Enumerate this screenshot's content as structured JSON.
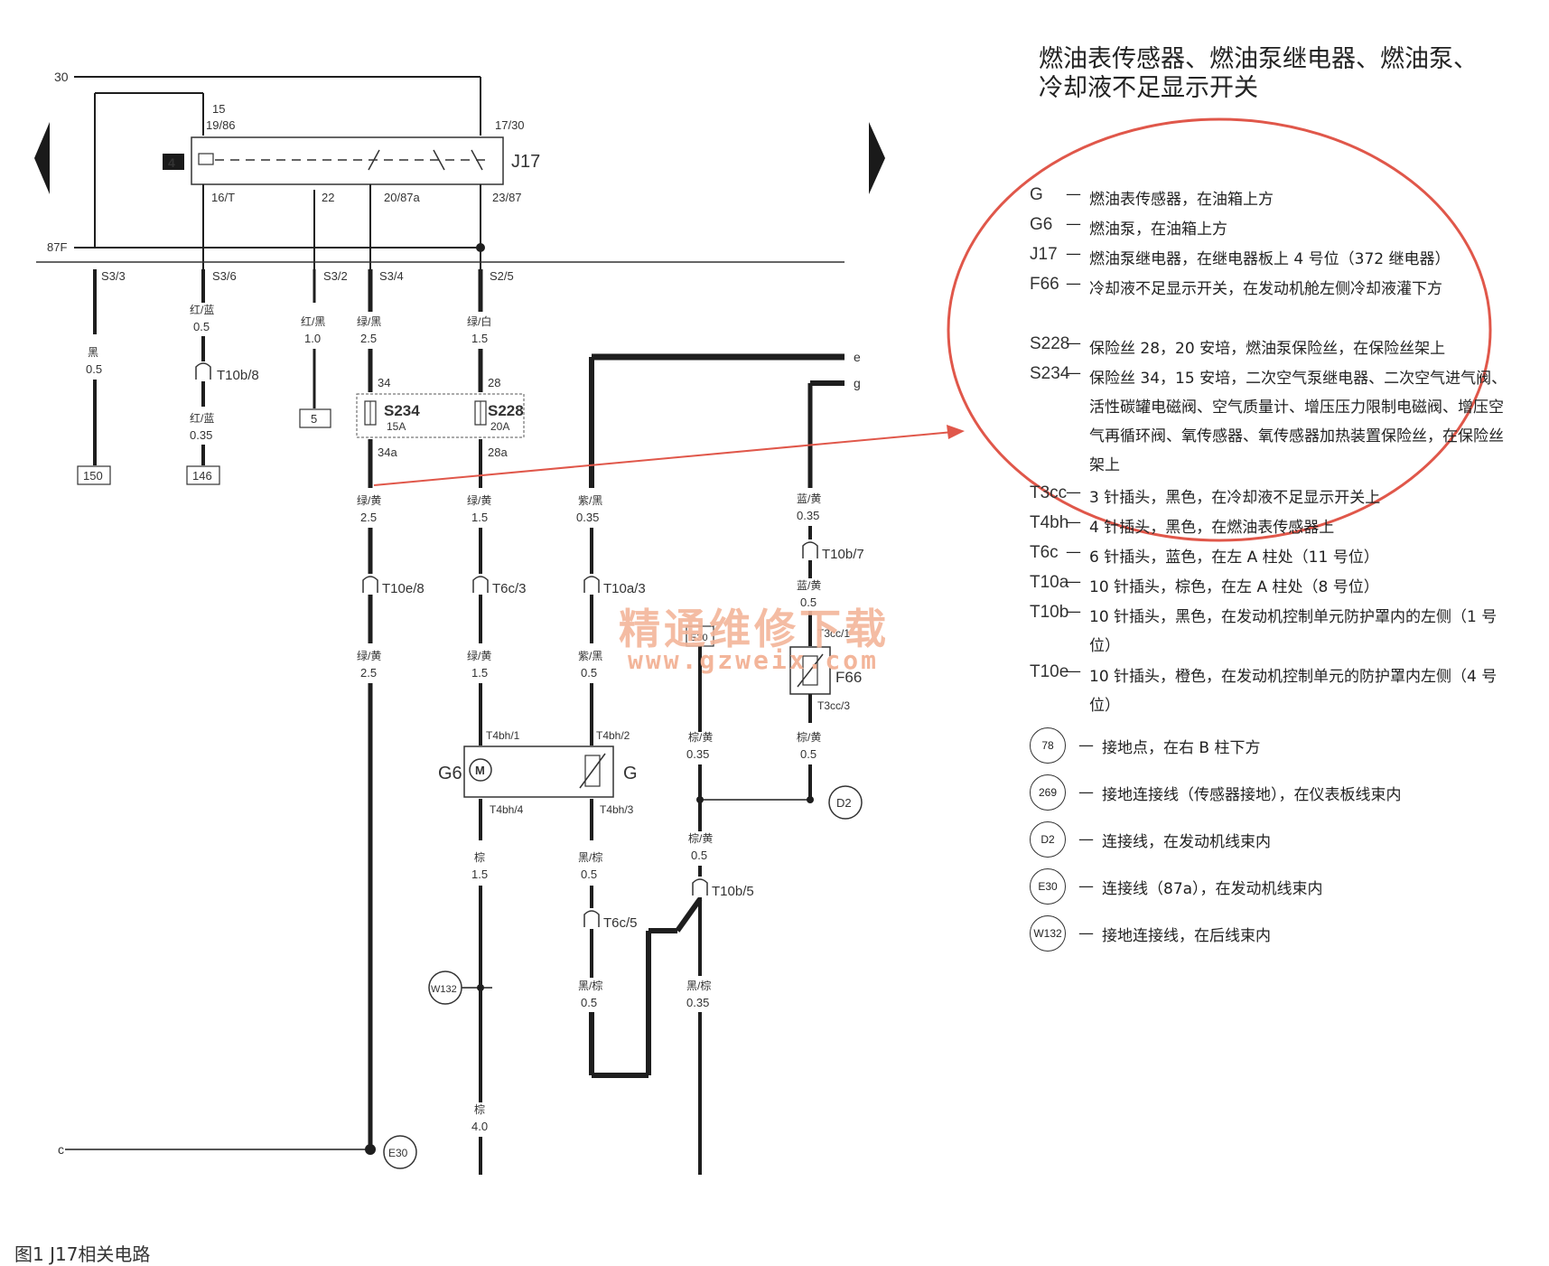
{
  "title": {
    "line1": "燃油表传感器、燃油泵继电器、燃油泵、",
    "line2": "冷却液不足显示开关"
  },
  "legend": [
    {
      "key": "G",
      "desc": "燃油表传感器，在油箱上方"
    },
    {
      "key": "G6",
      "desc": "燃油泵，在油箱上方"
    },
    {
      "key": "J17",
      "desc": "燃油泵继电器，在继电器板上 4 号位（372 继电器）"
    },
    {
      "key": "F66",
      "desc": "冷却液不足显示开关，在发动机舱左侧冷却液灌下方"
    },
    {
      "key": "S228",
      "desc": "保险丝 28，20 安培，燃油泵保险丝，在保险丝架上"
    },
    {
      "key": "S234",
      "desc": "保险丝 34，15 安培，二次空气泵继电器、二次空气进气阀、活性碳罐电磁阀、空气质量计、增压压力限制电磁阀、增压空气再循环阀、氧传感器、氧传感器加热装置保险丝，在保险丝架上"
    },
    {
      "key": "T3cc",
      "desc": "3 针插头，黑色，在冷却液不足显示开关上"
    },
    {
      "key": "T4bh",
      "desc": "4 针插头，黑色，在燃油表传感器上"
    },
    {
      "key": "T6c",
      "desc": "6 针插头，蓝色，在左 A 柱处（11 号位）"
    },
    {
      "key": "T10a",
      "desc": "10 针插头，棕色，在左 A 柱处（8 号位）"
    },
    {
      "key": "T10b",
      "desc": "10 针插头，黑色，在发动机控制单元防护罩内的左侧（1 号位）"
    },
    {
      "key": "T10e",
      "desc": "10 针插头，橙色，在发动机控制单元的防护罩内左侧（4 号位）"
    }
  ],
  "legend_symbols": [
    {
      "key": "78",
      "desc": "接地点，在右 B 柱下方"
    },
    {
      "key": "269",
      "desc": "接地连接线（传感器接地），在仪表板线束内"
    },
    {
      "key": "D2",
      "desc": "连接线，在发动机线束内"
    },
    {
      "key": "E30",
      "desc": "连接线（87a），在发动机线束内"
    },
    {
      "key": "W132",
      "desc": "接地连接线，在后线束内"
    }
  ],
  "caption": "图1    J17相关电路",
  "watermark": {
    "cn": "精通维修下载",
    "url": "www.gzweix.com"
  },
  "diagram": {
    "rail_30": "30",
    "rail_87f": "87F",
    "relay_badge": "4",
    "relay_name": "J17",
    "pins": {
      "p15": "15",
      "p19_86": "19/86",
      "p17_30": "17/30",
      "p16t": "16/T",
      "p22": "22",
      "p20_87a": "20/87a",
      "p23_87": "23/87"
    },
    "sockets": {
      "s33": "S3/3",
      "s36": "S3/6",
      "s32": "S3/2",
      "s34": "S3/4",
      "s25": "S2/5"
    },
    "wires": {
      "w1_color": "黑",
      "w1_size": "0.5",
      "w2_color": "红/蓝",
      "w2_size": "0.5",
      "w2b_color": "红/蓝",
      "w2b_size": "0.35",
      "w3_color": "红/黑",
      "w3_size": "1.0",
      "w4_color": "绿/黑",
      "w4_size": "2.5",
      "w5_color": "绿/白",
      "w5_size": "1.5",
      "w4b_color": "绿/黄",
      "w4b_size": "2.5",
      "w5b_color": "绿/黄",
      "w5b_size": "1.5",
      "w6_color": "紫/黑",
      "w6_size": "0.35",
      "w7_color": "蓝/黄",
      "w7_size": "0.35",
      "w4c_color": "绿/黄",
      "w4c_size": "2.5",
      "w5c_color": "绿/黄",
      "w5c_size": "1.5",
      "w6b_color": "紫/黑",
      "w6b_size": "0.5",
      "w7b_color": "蓝/黄",
      "w7b_size": "0.5",
      "w8_color": "棕/黄",
      "w8_size": "0.35",
      "w8b_color": "棕/黄",
      "w8b_size": "0.5",
      "w9_color": "棕/黄",
      "w9_size": "0.5",
      "w10_color": "棕",
      "w10_size": "1.5",
      "w11_color": "黑/棕",
      "w11_size": "0.5",
      "w12_color": "黑/棕",
      "w12_size": "0.5",
      "w13_color": "黑/棕",
      "w13_size": "0.35",
      "w14_color": "棕",
      "w14_size": "4.0"
    },
    "refs": {
      "r150": "150",
      "r146": "146",
      "r5": "5"
    },
    "fuses": {
      "s234": "S234",
      "s234_amp": "15A",
      "s234_in": "34",
      "s234_out": "34a",
      "s228": "S228",
      "s228_amp": "20A",
      "s228_in": "28",
      "s228_out": "28a"
    },
    "connectors": {
      "t10b8": "T10b/8",
      "t10e8": "T10e/8",
      "t6c3": "T6c/3",
      "t10a3": "T10a/3",
      "t10b7": "T10b/7",
      "t3cc1": "T3cc/1",
      "t3cc3": "T3cc/3",
      "t4bh1": "T4bh/1",
      "t4bh2": "T4bh/2",
      "t4bh4": "T4bh/4",
      "t4bh3": "T4bh/3",
      "t10b5": "T10b/5",
      "t6c5": "T6c/5"
    },
    "components": {
      "g6": "G6",
      "g": "G",
      "f66": "F66",
      "motor": "M"
    },
    "nodes": {
      "d2": "D2",
      "w132": "W132",
      "e30": "E30",
      "e30_box": "E30"
    },
    "edge_refs": {
      "e": "e",
      "g": "g",
      "c": "c"
    }
  }
}
